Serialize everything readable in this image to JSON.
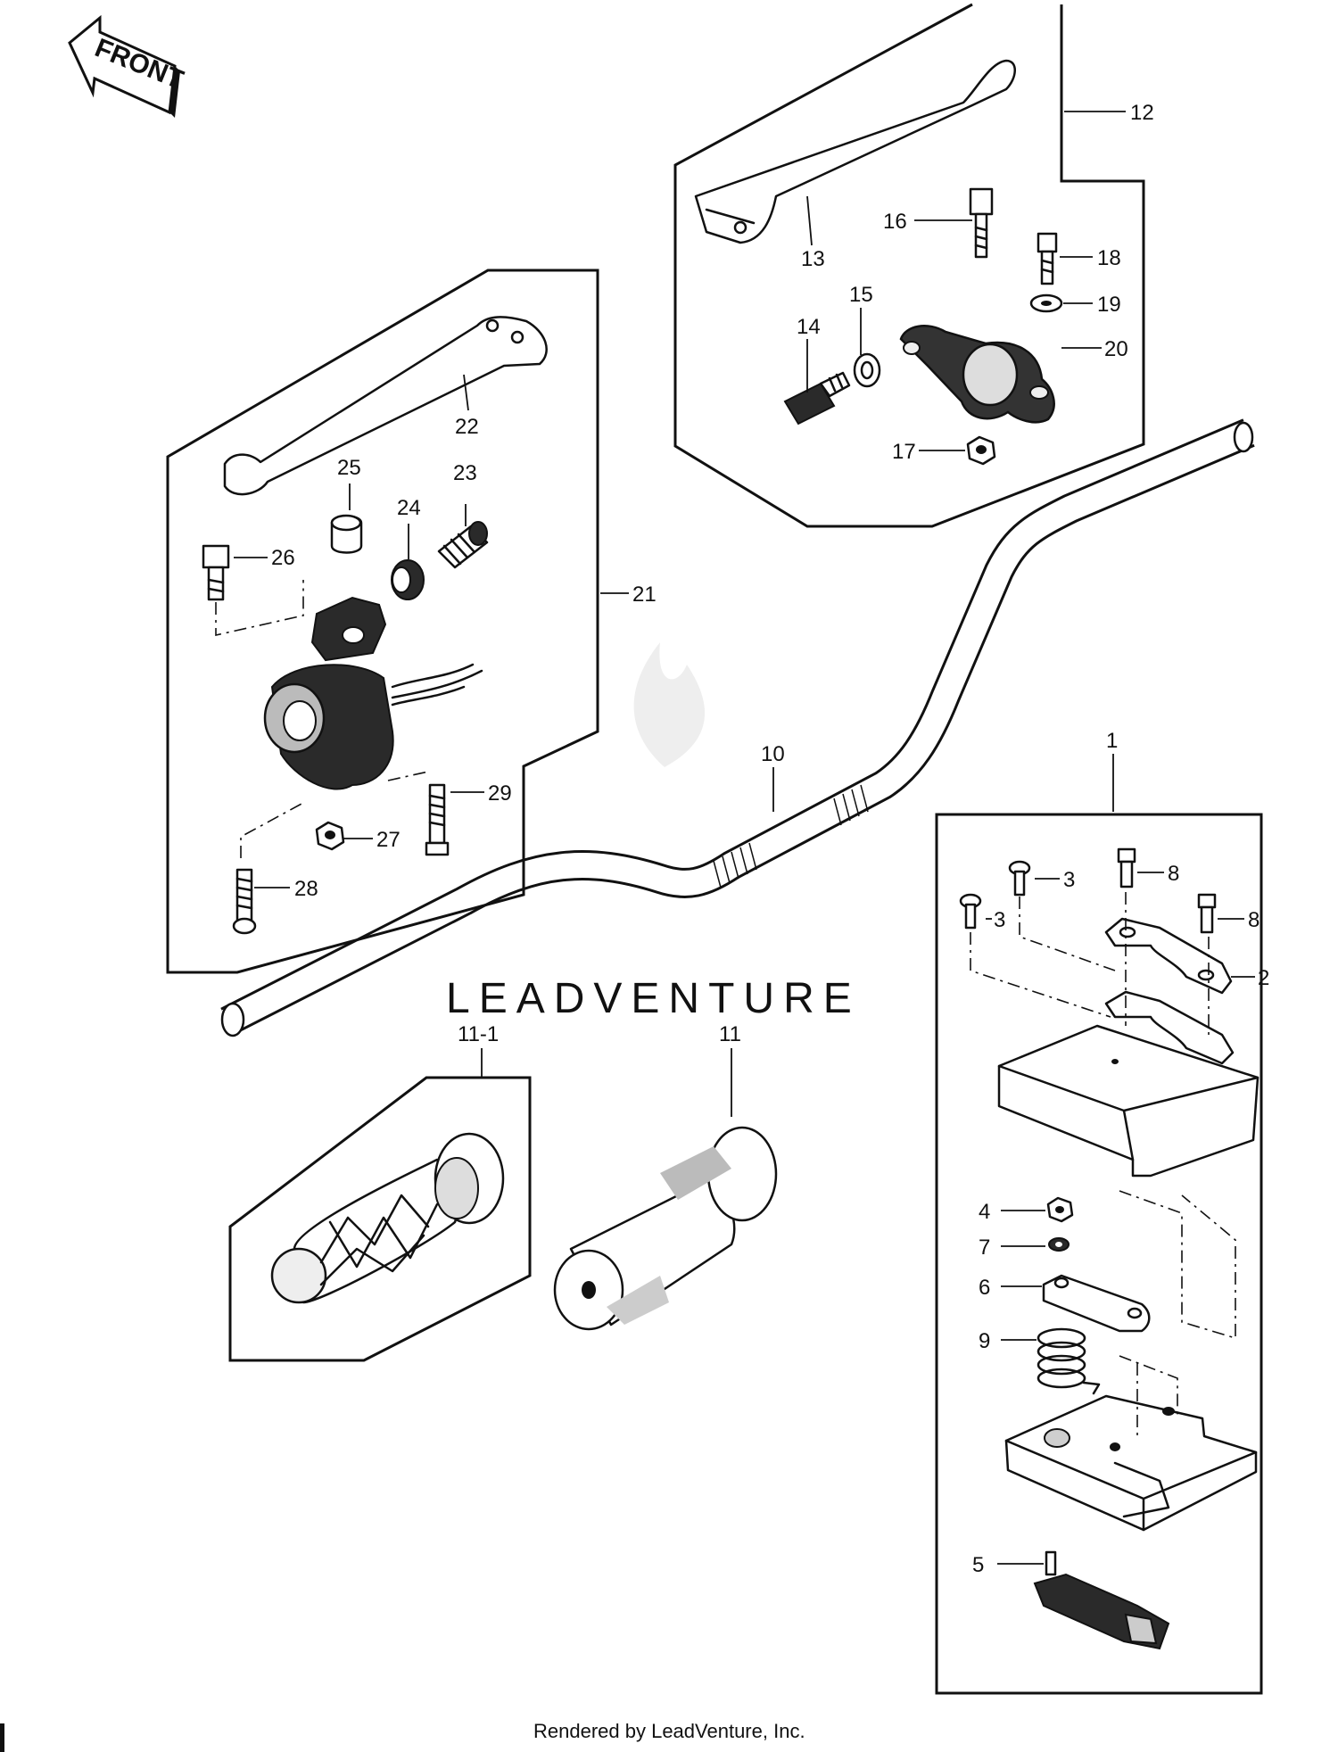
{
  "front_label": "FRONT",
  "watermark": "LEADVENTURE",
  "footer": "Rendered by LeadVenture, Inc.",
  "part_labels": {
    "p1": "1",
    "p2": "2",
    "p3a": "3",
    "p3b": "3",
    "p4": "4",
    "p5": "5",
    "p6": "6",
    "p7": "7",
    "p8a": "8",
    "p8b": "8",
    "p9": "9",
    "p10": "10",
    "p11": "11",
    "p11_1": "11-1",
    "p12": "12",
    "p13": "13",
    "p14": "14",
    "p15": "15",
    "p16": "16",
    "p17": "17",
    "p18": "18",
    "p19": "19",
    "p20": "20",
    "p21": "21",
    "p22": "22",
    "p23": "23",
    "p24": "24",
    "p25": "25",
    "p26": "26",
    "p27": "27",
    "p28": "28",
    "p29": "29"
  }
}
